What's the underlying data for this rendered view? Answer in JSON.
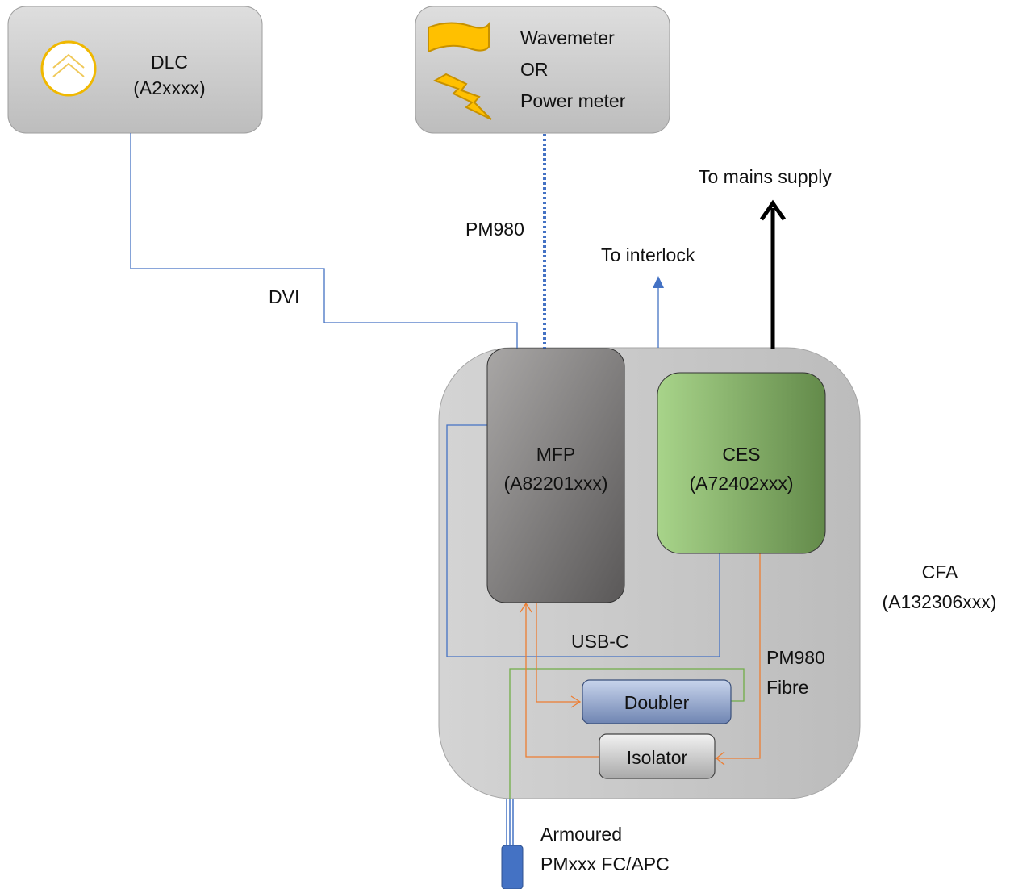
{
  "dlc": {
    "name": "DLC",
    "part": "(A2xxxx)",
    "icon": "chevron-up-circle-icon"
  },
  "meter": {
    "line1": "Wavemeter",
    "line2": "OR",
    "line3": "Power meter",
    "icons": [
      "wavemeter-flag-icon",
      "power-lightning-icon"
    ]
  },
  "labels": {
    "pm980_top": "PM980",
    "dvi": "DVI",
    "to_interlock": "To interlock",
    "to_mains": "To mains supply",
    "usbc": "USB-C",
    "pm980_fibre_1": "PM980",
    "pm980_fibre_2": "Fibre",
    "armoured_1": "Armoured",
    "armoured_2": "PMxxx FC/APC"
  },
  "mfp": {
    "name": "MFP",
    "part": "(A82201xxx)"
  },
  "ces": {
    "name": "CES",
    "part": "(A72402xxx)"
  },
  "cfa": {
    "name": "CFA",
    "part": "(A132306xxx)"
  },
  "doubler": {
    "name": "Doubler"
  },
  "isolator": {
    "name": "Isolator"
  },
  "colors": {
    "box_gray": "#cfcfcf",
    "cfa_gray": "#c6c6c6",
    "mfp_dark": "#6e6c6c",
    "ces_green": "#79a55a",
    "doubler_blue": "#8fa3c8",
    "signal_blue": "#4472c4",
    "fibre_orange": "#ed7d31",
    "fibre_green": "#70ad47",
    "icon_gold": "#ffc000",
    "connector_blue": "#4472c4"
  }
}
